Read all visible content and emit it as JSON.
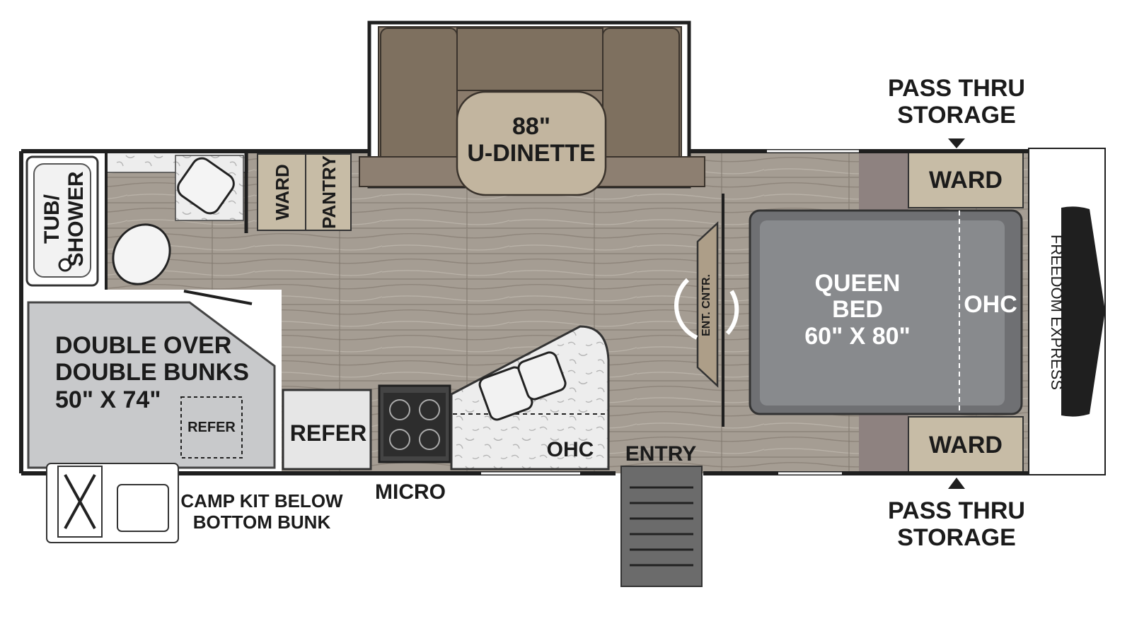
{
  "labels": {
    "pass_thru_top_1": "PASS THRU",
    "pass_thru_top_2": "STORAGE",
    "pass_thru_bottom_1": "PASS THRU",
    "pass_thru_bottom_2": "STORAGE",
    "dinette_1": "88\"",
    "dinette_2": "U-DINETTE",
    "tub_shower_1": "TUB/",
    "tub_shower_2": "SHOWER",
    "ward_bath": "WARD",
    "pantry": "PANTRY",
    "ward_top": "WARD",
    "ward_bottom": "WARD",
    "queen_bed_1": "QUEEN",
    "queen_bed_2": "BED",
    "queen_bed_3": "60\" X 80\"",
    "ohc_bed": "OHC",
    "ent_cntr": "ENT. CNTR.",
    "bunks_1": "DOUBLE OVER",
    "bunks_2": "DOUBLE BUNKS",
    "bunks_3": "50\" X 74\"",
    "refer_outline": "REFER",
    "refer": "REFER",
    "ohc_kitchen": "OHC",
    "entry": "ENTRY",
    "micro": "MICRO",
    "camp_kit_1": "CAMP KIT BELOW",
    "camp_kit_2": "BOTTOM BUNK",
    "brand": "FREEDOM EXPRESS"
  },
  "colors": {
    "floor": "#a49c92",
    "floor_grain": "#8c8379",
    "wall": "#1f1f1f",
    "dinette": "#8a7b6b",
    "dinette_table": "#c2b59f",
    "cabinet": "#c7bca6",
    "bed": "#7f8083",
    "bed_inner": "#8f9094",
    "bunk": "#c8c9cb",
    "counter": "#ececec",
    "cap": "#ffffff"
  }
}
